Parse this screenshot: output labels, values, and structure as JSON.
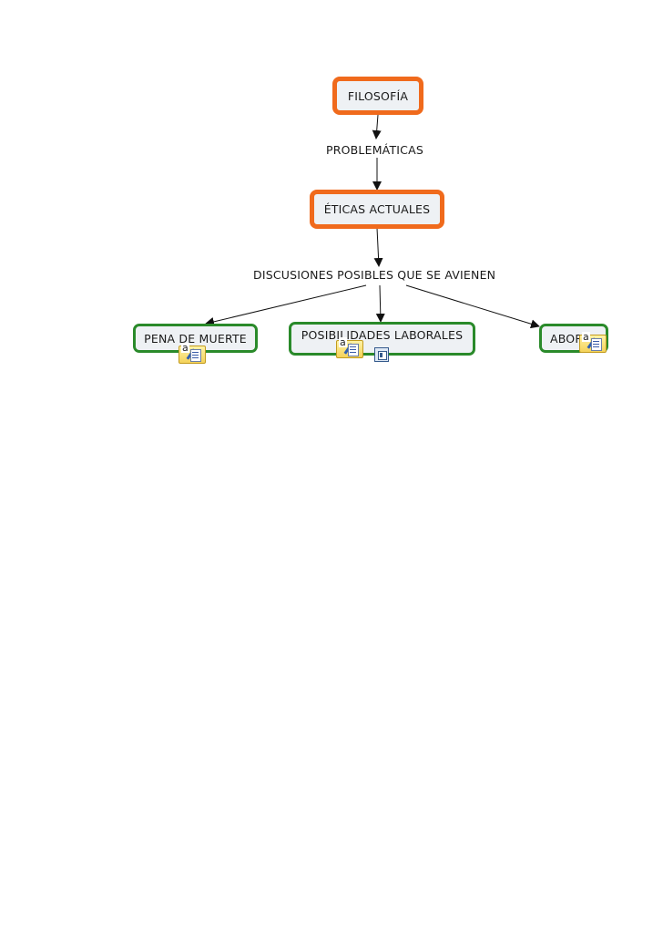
{
  "concept_map": {
    "nodes": {
      "filosofia": "FILOSOFÍA",
      "eticas_actuales": "ÉTICAS ACTUALES",
      "pena_de_muerte": "PENA DE MUERTE",
      "posibilidades_laborales": "POSIBILIDADES LABORALES",
      "aborto": "ABORTO"
    },
    "links": {
      "problematicas": "PROBLEMÁTICAS",
      "discusiones": "DISCUSIONES POSIBLES QUE SE AVIENEN"
    },
    "resource_icons": {
      "document": "note-document-icon",
      "image": "image-resource-icon"
    },
    "colors": {
      "root_border": "#f06a1c",
      "leaf_border": "#2a8a2a",
      "node_fill": "#eef1f4",
      "arrow": "#111111"
    }
  }
}
